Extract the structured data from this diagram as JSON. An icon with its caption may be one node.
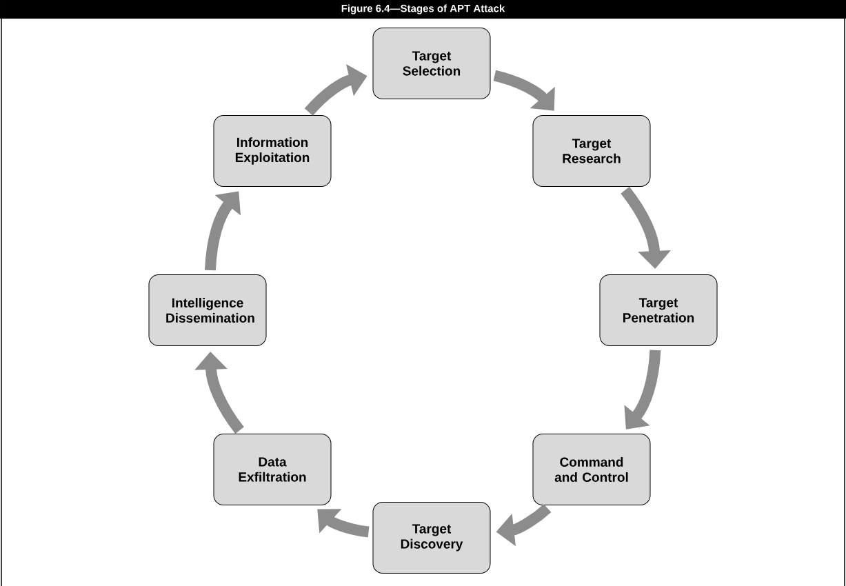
{
  "diagram": {
    "title": "Figure 6.4—Stages of APT Attack",
    "nodes": [
      {
        "text": [
          "Target Selection"
        ]
      },
      {
        "text": [
          "Target Research"
        ]
      },
      {
        "text": [
          "Target Penetration"
        ]
      },
      {
        "text": [
          "Command and Control"
        ]
      },
      {
        "text": [
          "Target Discovery"
        ]
      },
      {
        "text": [
          "Data Exfiltration"
        ]
      },
      {
        "text": [
          "Intelligence Dissemination"
        ]
      },
      {
        "text": [
          "Information Exploitation"
        ]
      }
    ],
    "edges": [
      {
        "from": 0,
        "to": 1,
        "arrow": "to"
      },
      {
        "from": 1,
        "to": 2,
        "arrow": "to"
      },
      {
        "from": 2,
        "to": 3,
        "arrow": "to"
      },
      {
        "from": 3,
        "to": 4,
        "arrow": "to"
      },
      {
        "from": 4,
        "to": 5,
        "arrow": "to"
      },
      {
        "from": 5,
        "to": 6,
        "arrow": "to"
      },
      {
        "from": 6,
        "to": 7,
        "arrow": "to"
      },
      {
        "from": 7,
        "to": 0,
        "arrow": "to"
      }
    ]
  }
}
